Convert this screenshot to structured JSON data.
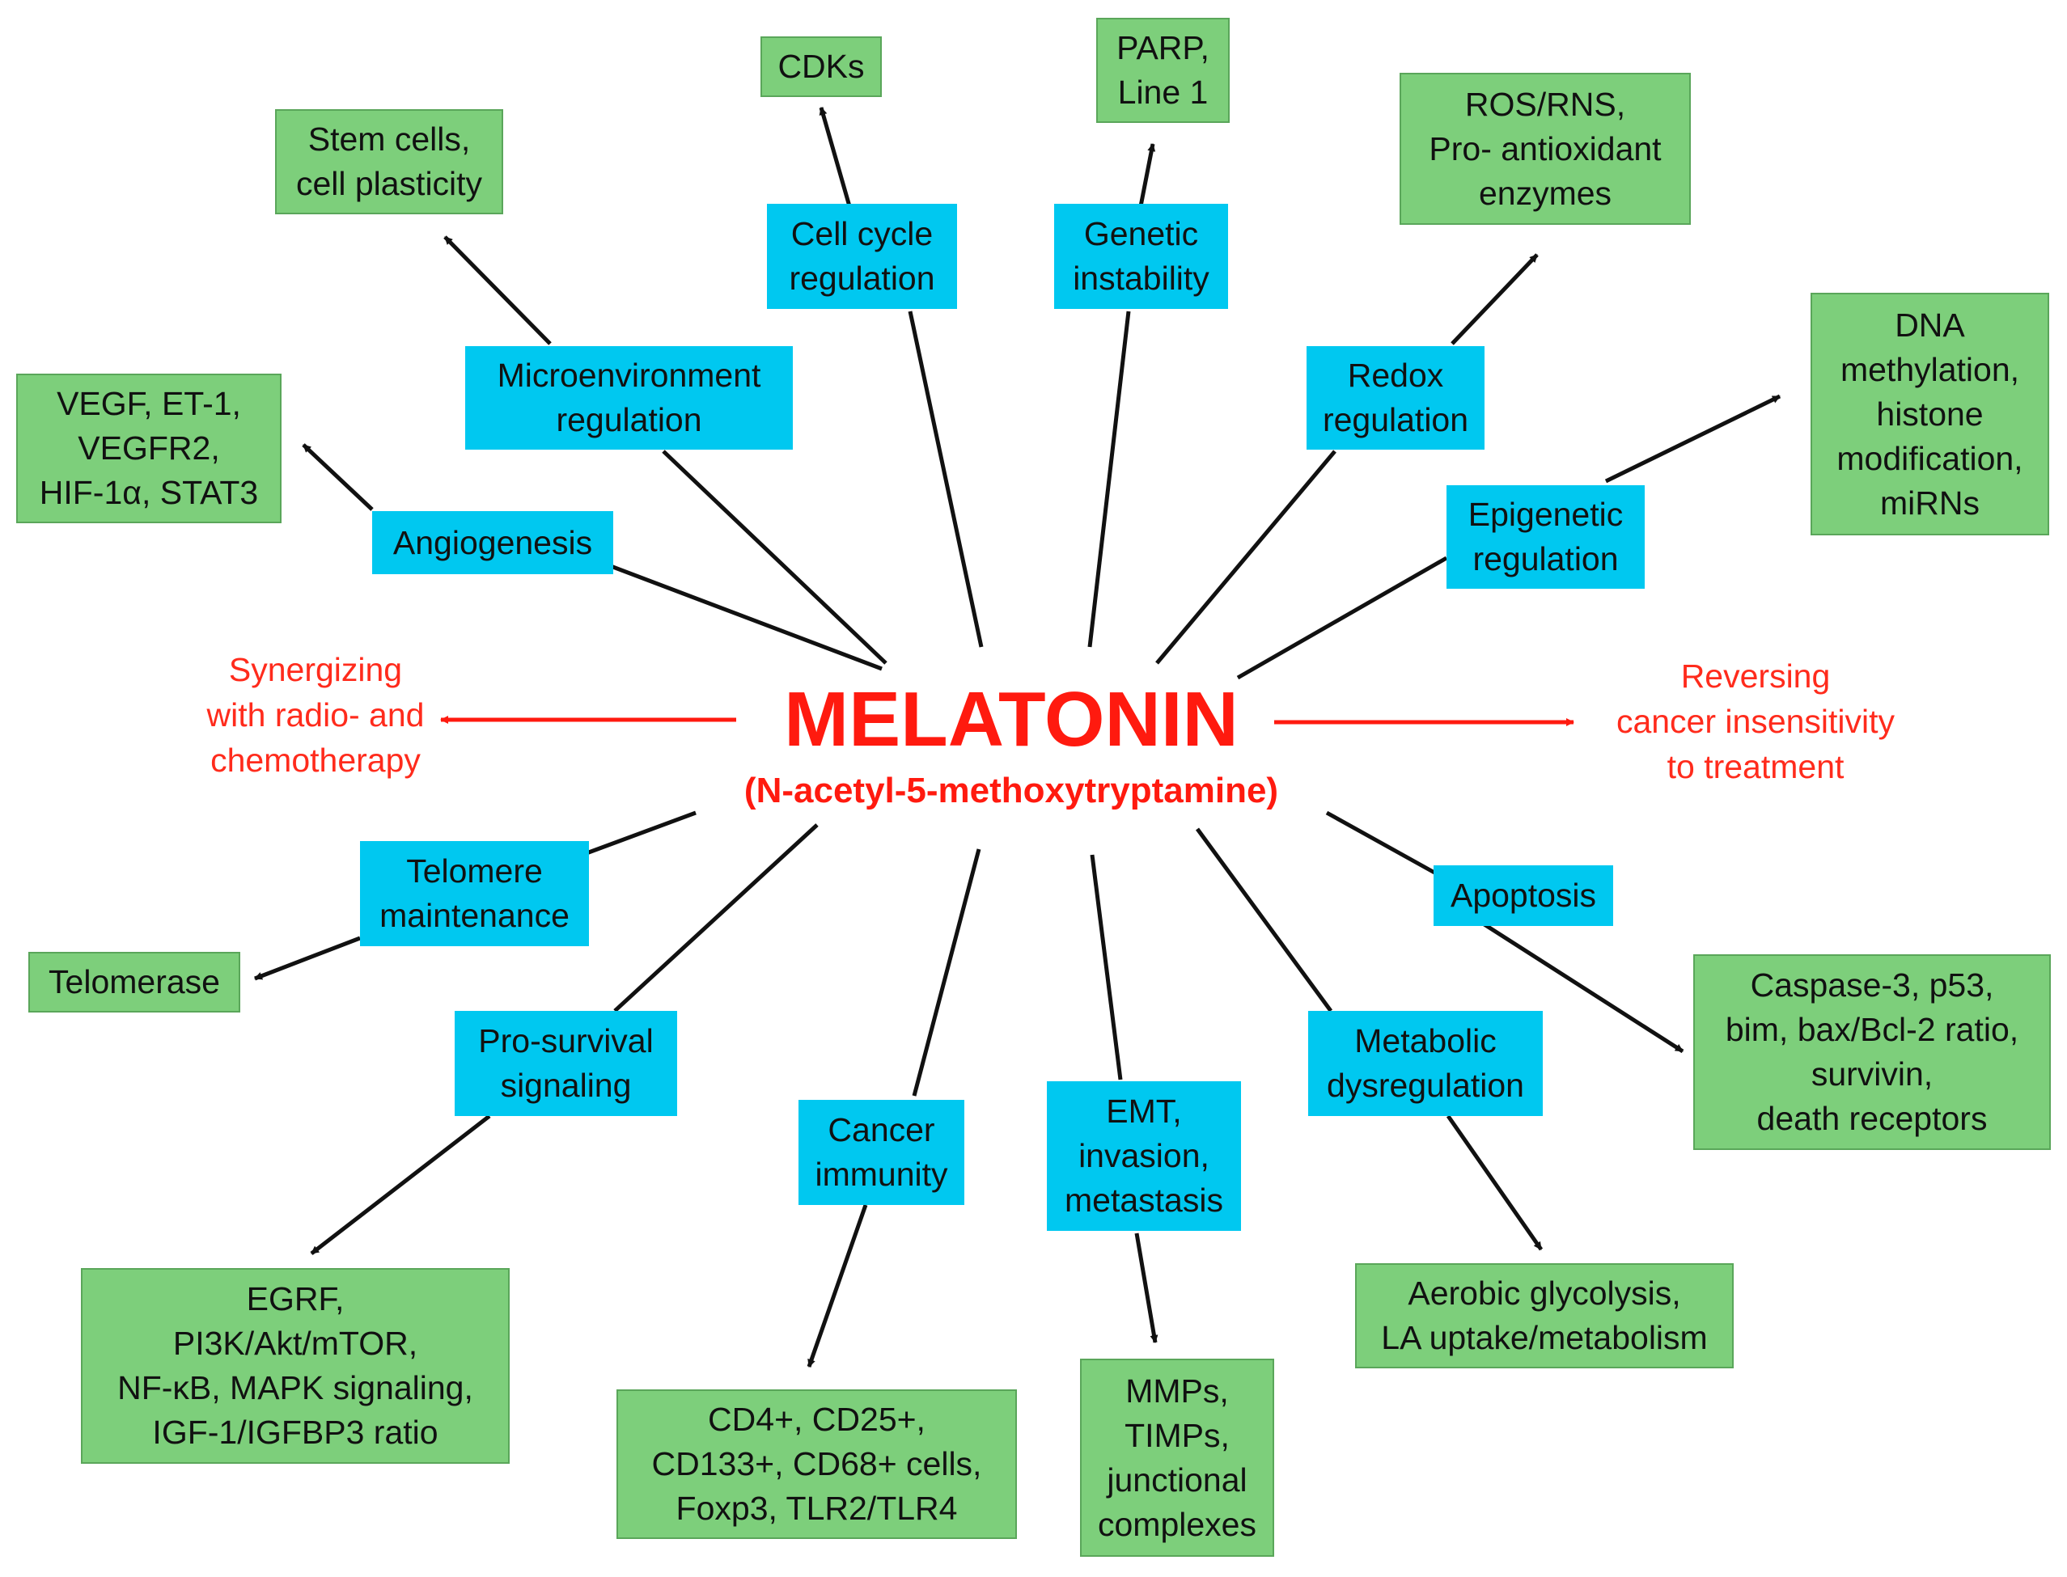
{
  "center": {
    "title": "MELATONIN",
    "subtitle": "(N-acetyl-5-methoxytryptamine)"
  },
  "side_notes": {
    "left": [
      "Synergizing",
      "with radio- and",
      "chemotherapy"
    ],
    "right": [
      "Reversing",
      "cancer insensitivity",
      "to treatment"
    ]
  },
  "mechanisms": {
    "cell_cycle": [
      "Cell cycle",
      "regulation"
    ],
    "genetic_instability": [
      "Genetic",
      "instability"
    ],
    "microenvironment": [
      "Microenvironment",
      "regulation"
    ],
    "redox": [
      "Redox",
      "regulation"
    ],
    "angiogenesis": [
      "Angiogenesis"
    ],
    "epigenetic": [
      "Epigenetic",
      "regulation"
    ],
    "telomere": [
      "Telomere",
      "maintenance"
    ],
    "apoptosis": [
      "Apoptosis"
    ],
    "pro_survival": [
      "Pro-survival",
      "signaling"
    ],
    "metabolic": [
      "Metabolic",
      "dysregulation"
    ],
    "cancer_immunity": [
      "Cancer",
      "immunity"
    ],
    "emt": [
      "EMT,",
      "invasion,",
      "metastasis"
    ]
  },
  "targets": {
    "cdks": [
      "CDKs"
    ],
    "parp": [
      "PARP,",
      "Line 1"
    ],
    "stem_cells": [
      "Stem cells,",
      "cell plasticity"
    ],
    "ros": [
      "ROS/RNS,",
      "Pro- antioxidant",
      "enzymes"
    ],
    "vegf": [
      "VEGF, ET-1,",
      "VEGFR2,",
      "HIF-1α, STAT3"
    ],
    "dna_methylation": [
      "DNA",
      "methylation,",
      "histone",
      "modification,",
      "miRNs"
    ],
    "telomerase": [
      "Telomerase"
    ],
    "caspase": [
      "Caspase-3, p53,",
      "bim, bax/Bcl-2 ratio,",
      "survivin,",
      "death receptors"
    ],
    "egrf": [
      "EGRF,",
      "PI3K/Akt/mTOR,",
      "NF-κB, MAPK signaling,",
      "IGF-1/IGFBP3 ratio"
    ],
    "aerobic": [
      "Aerobic glycolysis,",
      "LA uptake/metabolism"
    ],
    "cd4": [
      "CD4+, CD25+,",
      "CD133+, CD68+ cells,",
      "Foxp3, TLR2/TLR4"
    ],
    "mmps": [
      "MMPs,",
      "TIMPs,",
      "junctional",
      "complexes"
    ]
  },
  "colors": {
    "mechanism_box": "#00c8f0",
    "target_box": "#7dcf7b",
    "accent_red": "#ff1a0f",
    "arrow": "#111111"
  }
}
